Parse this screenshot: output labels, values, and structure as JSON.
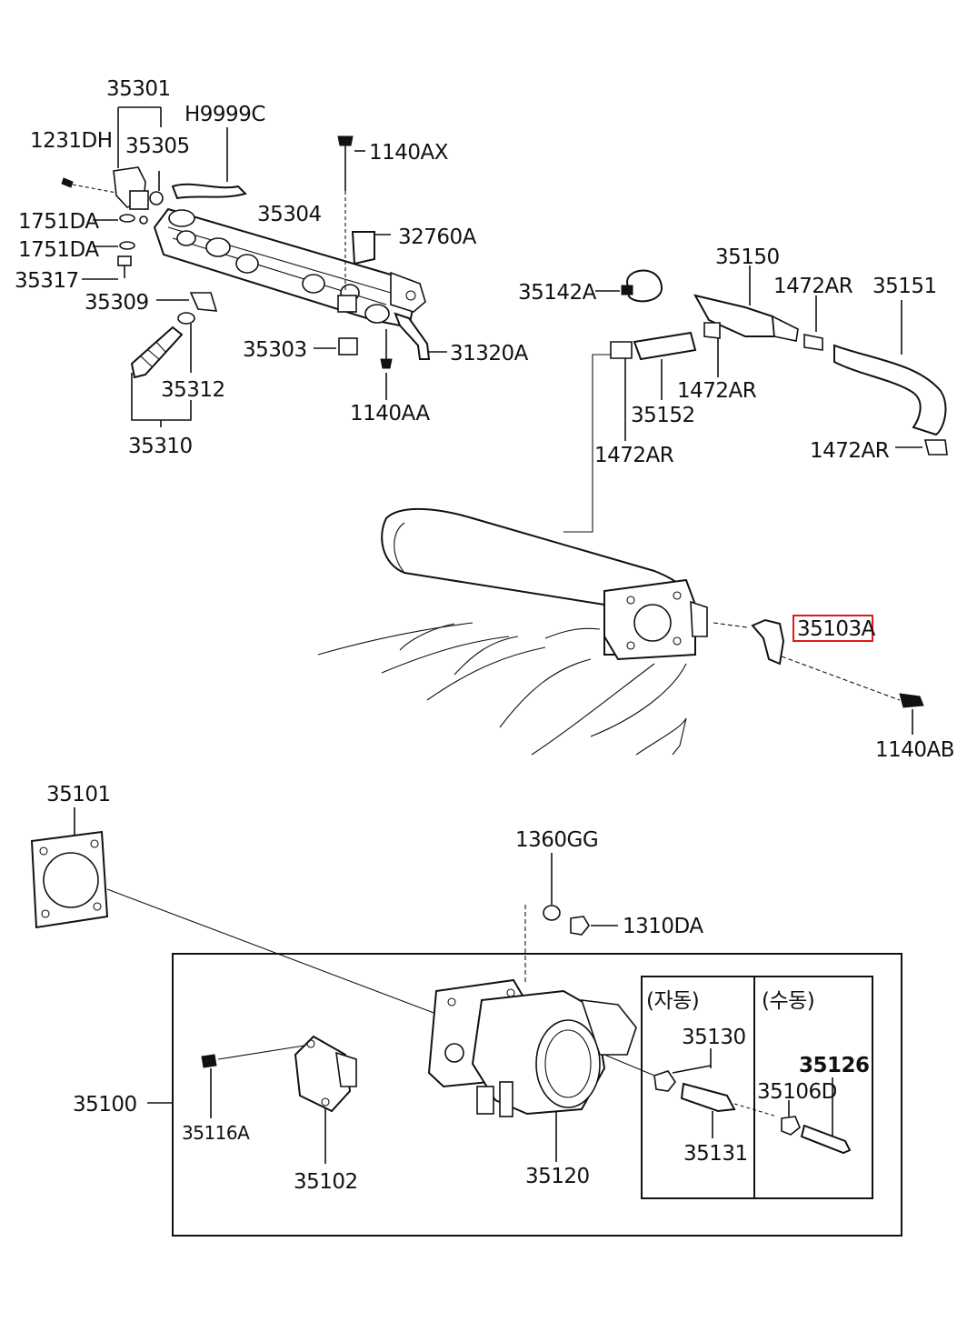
{
  "colors": {
    "line": "#111111",
    "highlight": "#e0191b",
    "background": "#ffffff"
  },
  "labels": {
    "p35301": "35301",
    "pH9999C": "H9999C",
    "p1231DH": "1231DH",
    "p35305": "35305",
    "p1140AX": "1140AX",
    "p1751DA_a": "1751DA",
    "p35304": "35304",
    "p32760A": "32760A",
    "p1751DA_b": "1751DA",
    "p35317": "35317",
    "p35309": "35309",
    "p35303": "35303",
    "p31320A": "31320A",
    "p35312": "35312",
    "p1140AA": "1140AA",
    "p35310": "35310",
    "p35142A": "35142A",
    "p35150": "35150",
    "p1472AR_a": "1472AR",
    "p35151": "35151",
    "p1472AR_b": "1472AR",
    "p35152": "35152",
    "p1472AR_c": "1472AR",
    "p1472AR_d": "1472AR",
    "p35103A": "35103A",
    "p1140AB": "1140AB",
    "p35101": "35101",
    "p1360GG": "1360GG",
    "p1310DA": "1310DA",
    "p35100": "35100",
    "p35116A": "35116A",
    "p35102": "35102",
    "p35120": "35120",
    "auto_header": "(자동)",
    "manual_header": "(수동)",
    "p35130": "35130",
    "p35131": "35131",
    "p35126": "35126",
    "p35106D": "35106D"
  }
}
